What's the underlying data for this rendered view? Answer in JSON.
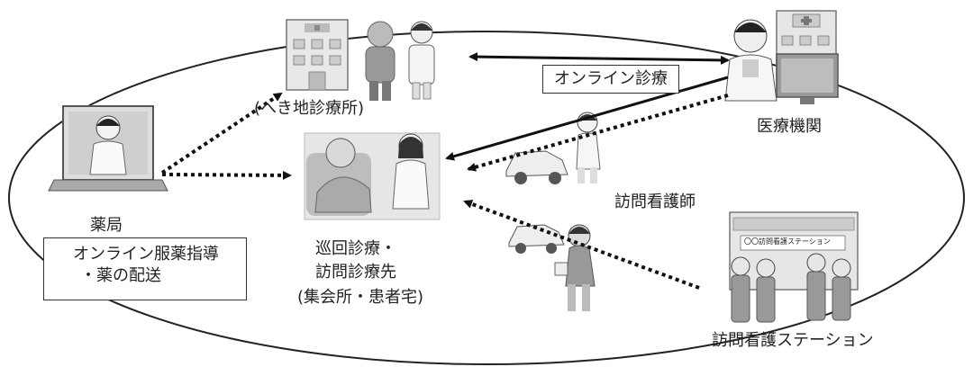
{
  "labels": {
    "clinic": "(へき地診療所)",
    "pharmacy": "薬局",
    "medical_institution": "医療機関",
    "visiting_nurse": "訪問看護師",
    "rounds_dest_line1": "巡回診療・",
    "rounds_dest_line2": "訪問診療先",
    "rounds_dest_line3": "(集会所・患者宅)",
    "nurse_station": "訪問看護ステーション",
    "station_sign": "〇〇訪問看護ステーション"
  },
  "boxes": {
    "online_consult": "オンライン診療",
    "pharmacy_line1": "オンライン服薬指導",
    "pharmacy_line2": "・薬の配送"
  }
}
